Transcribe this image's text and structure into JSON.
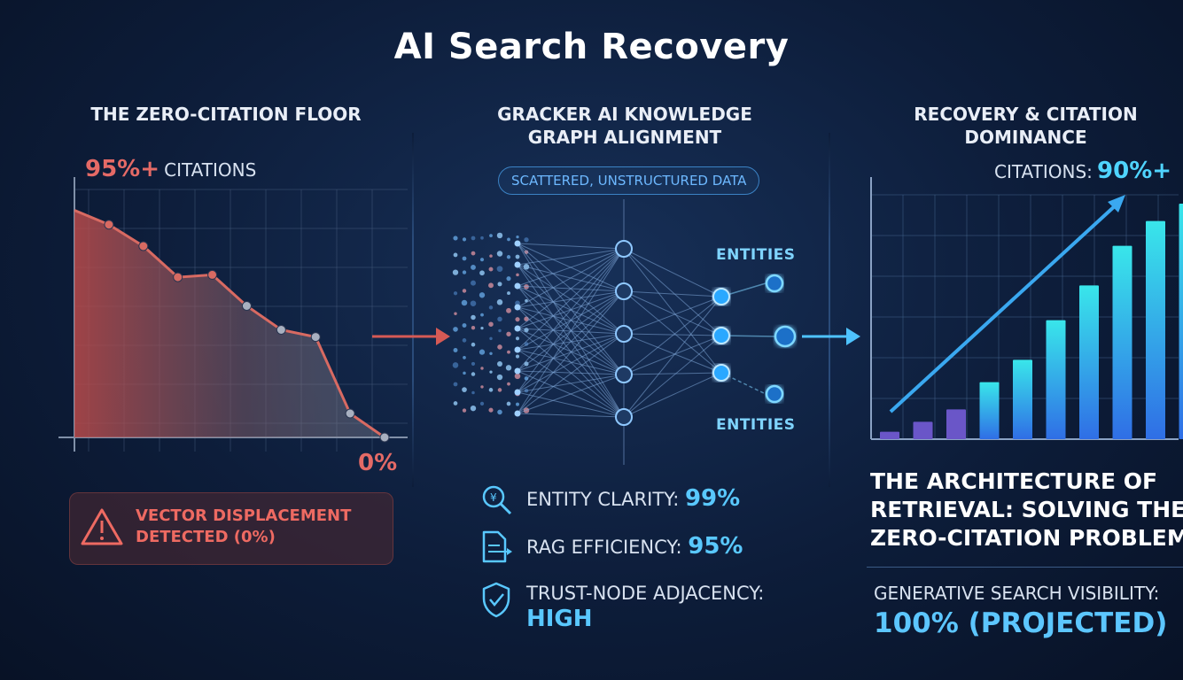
{
  "title": "AI Search Recovery",
  "left": {
    "heading": "THE ZERO-CITATION FLOOR",
    "top_value": "95%+",
    "top_label": "CITATIONS",
    "bottom_value": "0%",
    "alert_line1": "VECTOR DISPLACEMENT",
    "alert_line2": "DETECTED (0%)",
    "alert_icon": "warning-triangle-icon"
  },
  "middle": {
    "heading_line1": "GRACKER AI KNOWLEDGE",
    "heading_line2": "GRAPH ALIGNMENT",
    "pill": "SCATTERED, UNSTRUCTURED DATA",
    "entities_top": "ENTITIES",
    "entities_bottom": "ENTITIES",
    "metrics": [
      {
        "label": "ENTITY CLARITY:",
        "value": "99%",
        "icon": "entity-search-icon"
      },
      {
        "label": "RAG EFFICIENCY:",
        "value": "95%",
        "icon": "document-arrow-icon"
      },
      {
        "label": "TRUST-NODE ADJACENCY:",
        "value": "HIGH",
        "icon": "shield-check-icon"
      }
    ]
  },
  "right": {
    "heading_line1": "RECOVERY & CITATION",
    "heading_line2": "DOMINANCE",
    "citations_label": "CITATIONS:",
    "citations_value": "90%+",
    "arch_line1": "THE ARCHITECTURE OF",
    "arch_line2": "RETRIEVAL: SOLVING THE",
    "arch_line3": "ZERO-CITATION PROBLEM",
    "visibility_label": "GENERATIVE SEARCH VISIBILITY:",
    "visibility_value": "100% (PROJECTED)"
  },
  "chart_data": [
    {
      "type": "area",
      "values": [
        95,
        89,
        80,
        67,
        68,
        55,
        45,
        42,
        10,
        0
      ]
    },
    {
      "type": "bar",
      "values": [
        3,
        7,
        12,
        23,
        32,
        48,
        62,
        78,
        88,
        95
      ]
    }
  ],
  "colors": {
    "red": "#e46a66",
    "cyan": "#59c8ff",
    "background": "#0d1d3a"
  }
}
